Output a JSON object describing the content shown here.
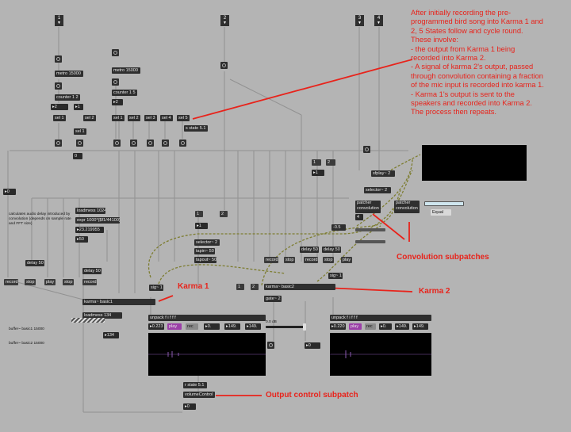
{
  "note": {
    "lines": [
      "After initially recording the pre-",
      "programmed bird song into Karma 1 and",
      "2, 5 States follow and cycle round.",
      "These involve:",
      "- the output from Karma 1 being",
      "recorded into Karma 2.",
      "- A signal of karma 2's output, passed",
      "through convolution containing a fraction",
      "of the mic input is recorded into karma 1.",
      "- Karma 1's output is sent to the",
      "speakers and recorded into Karma 2.",
      "The process then repeats."
    ]
  },
  "annotations": {
    "karma1": "Karma 1",
    "karma2": "Karma 2",
    "convolution": "Convolution subpatches",
    "output": "Output control subpatch"
  },
  "inlets": [
    "1",
    "2",
    "3",
    "4"
  ],
  "objects": {
    "metro1": "metro 15000",
    "metro2": "metro 15000",
    "counter12": "counter 1 2",
    "counter15": "counter 1 5",
    "num_i2a": "▸2",
    "num_i1": "▸1",
    "num_i2b": "▸2",
    "sel1a": "sel 1",
    "sel2a": "sel 2",
    "sel1b": "sel 1",
    "sel1c": "sel 1",
    "sel2c": "sel 2",
    "sel3": "sel 3",
    "sel4": "sel 4",
    "sel5": "sel 5",
    "sstate": "s state 5.1",
    "num_0a": "0",
    "num_left0": "▸0",
    "msg1": "1",
    "msg2": "2",
    "num_r1": "▸1",
    "sflplay": "sfplay~ 2",
    "selector2a": "selector~ 2",
    "patcher_conv1": "patcher convolution",
    "patcher_conv2": "patcher convolution",
    "num_4": "4",
    "equal": "Equal",
    "minus05": "-0.5",
    "loadmess": "loadmess 1024",
    "expr": "expr 1000*($f1/44100)",
    "val23": "▸23.219955",
    "val50": "▸50",
    "calc_text": "calculates audio delay introduced by convolution (depends on sample rate and FFT size)",
    "msg1b": "1",
    "msg2b": "2",
    "num_1c": "▸1",
    "selector2b": "selector~ 2",
    "tapin": "tapin~ 50",
    "tapout": "tapout~ 50",
    "delay50a": "delay 50",
    "delay50b": "delay 50",
    "delay50c": "delay 50",
    "delay50d": "delay 50",
    "record1": "record",
    "stop1": "stop",
    "play1": "play",
    "stop2": "stop",
    "record2": "record",
    "record3": "record",
    "stop3": "stop",
    "record4": "record",
    "stop4": "stop",
    "play2": "play",
    "sig1": "sig~ 1",
    "sig1b": "sig~ 1",
    "karma_basic1": "karma~ basic1",
    "karma_basic2": "karma~ basic2",
    "msg1c": "1",
    "msg2c": "2",
    "gate2": "gate~ 2",
    "loadmess134": "loadmess 134",
    "num134": "▸134",
    "buffer1": "buffer~ basic1 15000",
    "buffer2": "buffer~ basic2 15000",
    "unpack1": "unpack f i f f f",
    "unpack2": "unpack f i f f f",
    "val0223": "▸0.223",
    "val0220": "▸0.220",
    "play_pink1": "play",
    "rec1": "rec",
    "play_pink2": "play",
    "rec2": "rec",
    "v0a": "▸0.",
    "v149a": "▸149.",
    "v149b": "▸149.",
    "v0b": "▸0.",
    "v149c": "▸149.",
    "v149d": "▸149.",
    "val0": "▸0",
    "r_state": "r state 5.1",
    "volumeControl": "volumeControl",
    "num_out0": "▸0",
    "slider_val": "0.0 dB"
  }
}
